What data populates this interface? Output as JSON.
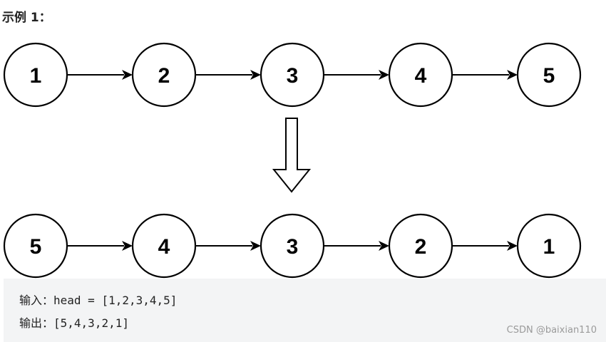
{
  "title": "示例 1：",
  "diagram": {
    "input_list": [
      "1",
      "2",
      "3",
      "4",
      "5"
    ],
    "output_list": [
      "5",
      "4",
      "3",
      "2",
      "1"
    ]
  },
  "example": {
    "input_label": "输入：",
    "input_value": "head = [1,2,3,4,5]",
    "output_label": "输出：",
    "output_value": "[5,4,3,2,1]"
  },
  "watermark": "CSDN @baixian110"
}
